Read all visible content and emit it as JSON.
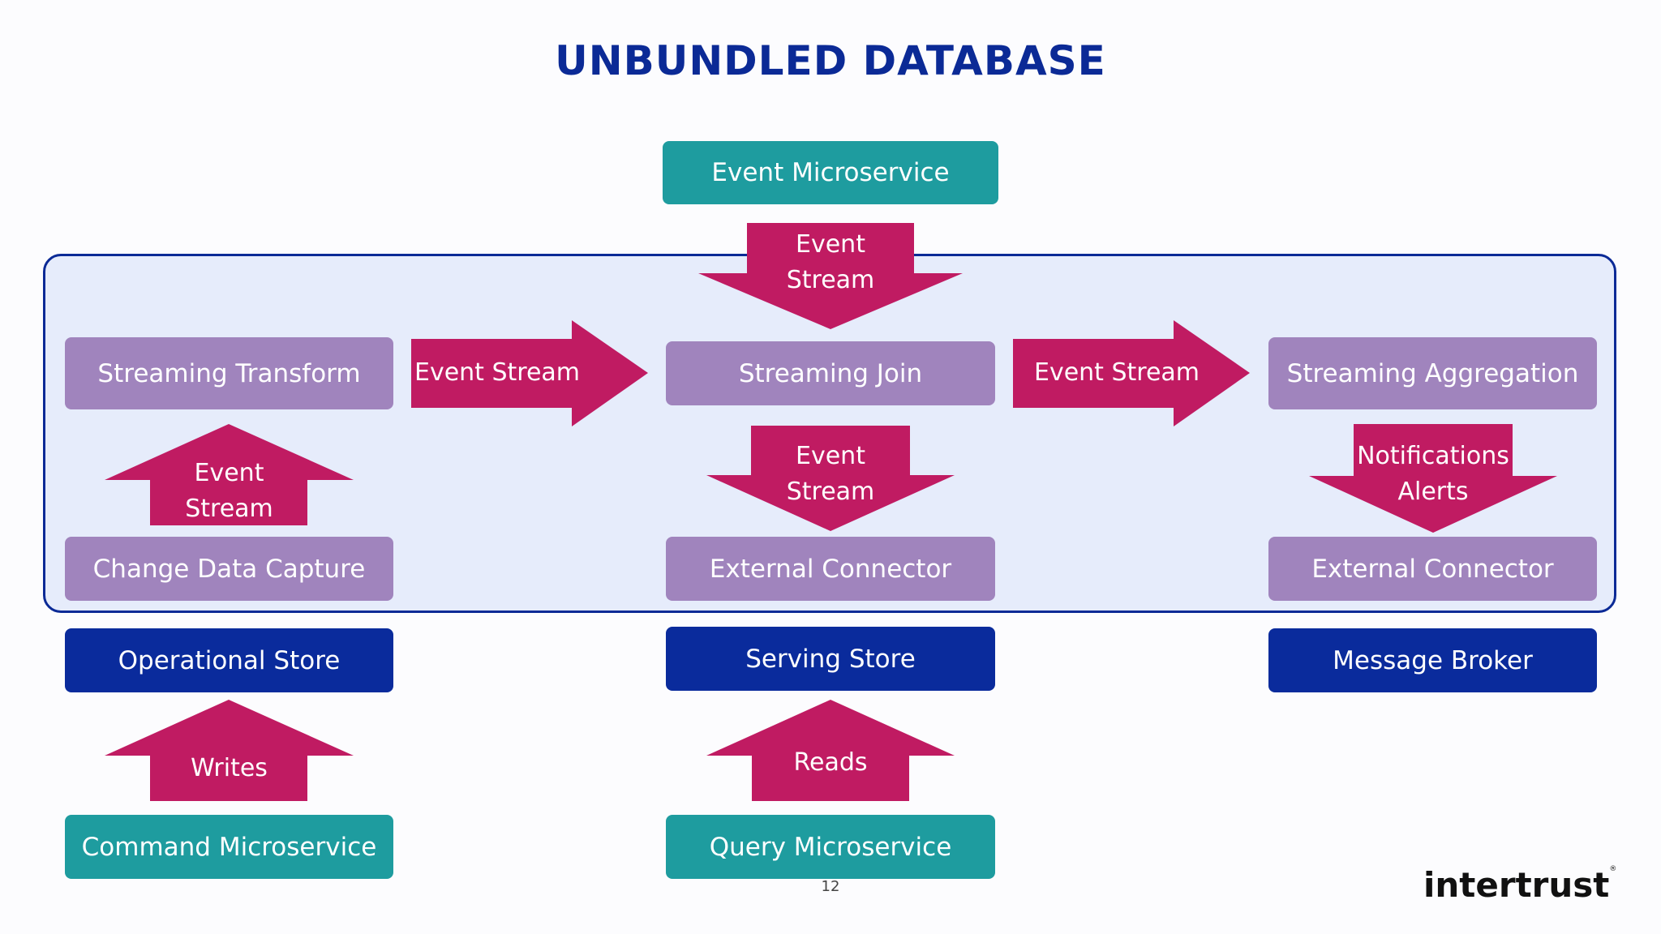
{
  "slide": {
    "title": "UNBUNDLED DATABASE",
    "page_number": "12",
    "brand": "intertrust"
  },
  "colors": {
    "title": "#0b2a96",
    "microservice": "#1e9c9f",
    "stream_processor": "#a084bd",
    "store": "#0a2b9c",
    "arrow": "#c01b62",
    "region_fill": "#e6ecfb",
    "region_border": "#0b2a96"
  },
  "nodes": {
    "event_microservice": "Event Microservice",
    "streaming_transform": "Streaming Transform",
    "streaming_join": "Streaming Join",
    "streaming_aggregation": "Streaming Aggregation",
    "change_data_capture": "Change Data Capture",
    "external_connector_mid": "External Connector",
    "external_connector_right": "External Connector",
    "operational_store": "Operational Store",
    "serving_store": "Serving Store",
    "message_broker": "Message Broker",
    "command_microservice": "Command Microservice",
    "query_microservice": "Query Microservice"
  },
  "arrows": {
    "top_down": {
      "line1": "Event",
      "line2": "Stream",
      "direction": "down"
    },
    "transform_to_join": {
      "label": "Event Stream",
      "direction": "right"
    },
    "join_to_aggregation": {
      "label": "Event Stream",
      "direction": "right"
    },
    "cdc_to_transform": {
      "line1": "Event",
      "line2": "Stream",
      "direction": "up"
    },
    "join_to_connector": {
      "line1": "Event",
      "line2": "Stream",
      "direction": "down"
    },
    "aggregation_to_connector": {
      "line1": "Notifications",
      "line2": "Alerts",
      "direction": "down"
    },
    "writes": {
      "label": "Writes",
      "direction": "up"
    },
    "reads": {
      "label": "Reads",
      "direction": "up"
    }
  }
}
